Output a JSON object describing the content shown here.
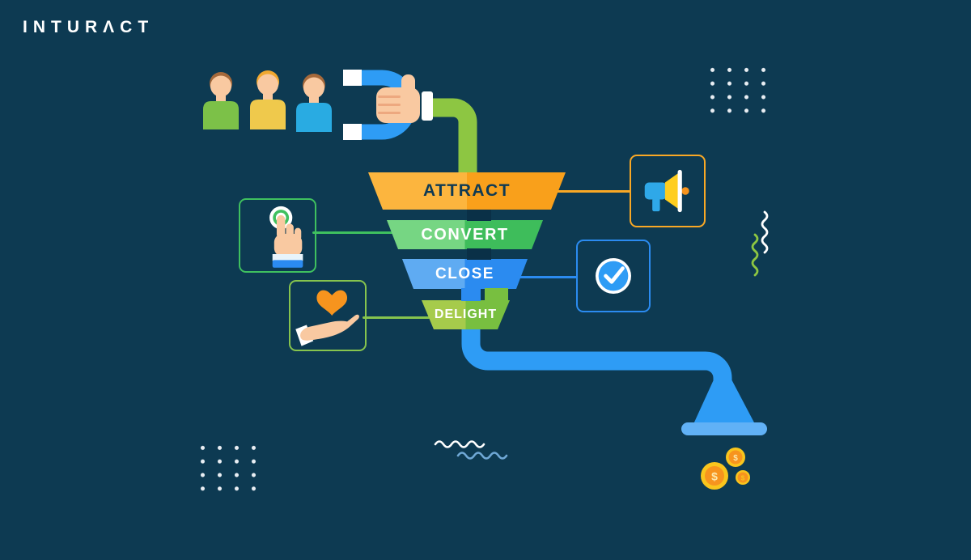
{
  "brand": {
    "logo": "INTURΛCT"
  },
  "background_color": "#0D3A52",
  "funnel": {
    "stages": [
      {
        "label": "ATTRACT",
        "color_left": "#FCB53E",
        "color_right": "#F9A01B",
        "text_color": "#0E3A54",
        "connector_color": "#F9A825",
        "icon": "megaphone-icon",
        "icon_side": "right"
      },
      {
        "label": "CONVERT",
        "color_left": "#76D683",
        "color_right": "#3EBD5B",
        "text_color": "#FFFFFF",
        "connector_color": "#3FC05F",
        "icon": "click-hand-icon",
        "icon_side": "left"
      },
      {
        "label": "CLOSE",
        "color_left": "#5FABF2",
        "color_right": "#2B8BF0",
        "text_color": "#FFFFFF",
        "connector_color": "#2B8BF0",
        "icon": "check-circle-icon",
        "icon_side": "right"
      },
      {
        "label": "DELIGHT",
        "color_left": "#A6CB4B",
        "color_right": "#78BF40",
        "text_color": "#FFFFFF",
        "connector_color": "#86C44E",
        "icon": "heart-hand-icon",
        "icon_side": "left"
      }
    ]
  },
  "illustrations": {
    "people_group": {
      "icon": "people-group-icon",
      "shirt_colors": [
        "#7CC148",
        "#EFC94C",
        "#29ABE2"
      ]
    },
    "magnet": {
      "icon": "magnet-hand-icon",
      "color": "#2E9CF5"
    },
    "inflow_pipe_color": "#8DC642",
    "outflow_pipe_color": "#2E9CF5",
    "small_funnel": {
      "icon": "funnel-spout-icon",
      "rim_color": "#61B1F6"
    }
  },
  "coins": {
    "symbol": "$",
    "count": 3,
    "ring_color": "#F9C51D",
    "face_color": "#F7941E"
  },
  "decor": {
    "dot_grid_color": "#E9EEF3",
    "squiggle_colors": {
      "white": "#FFFFFF",
      "blue": "#6FA8D6",
      "green": "#8DC642"
    }
  }
}
